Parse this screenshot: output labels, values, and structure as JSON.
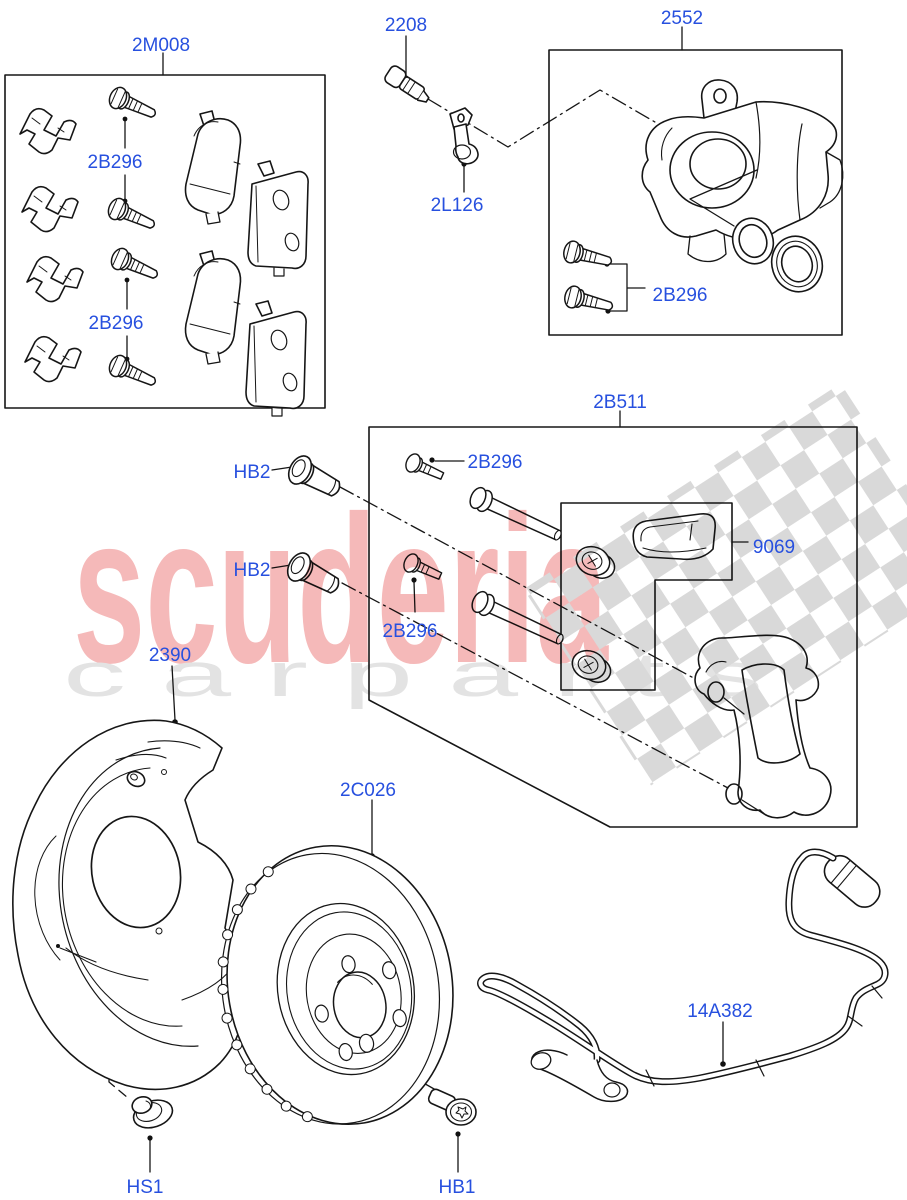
{
  "watermark": {
    "brand": "scuderia",
    "tagline": "c a r   p a r t s",
    "brand_color": "#f5b9b9",
    "tagline_color": "#e3e3e3",
    "flag_color": "#d9d9d9"
  },
  "labels": {
    "label_color": "#2750df",
    "pad_kit_box": "2M008",
    "pad_bolts_top": "2B296",
    "pad_bolts_bottom": "2B296",
    "bleed_screw": "2208",
    "bleed_screw_cap": "2L126",
    "caliper_box": "2552",
    "caliper_bolts": "2B296",
    "guide_kit_box": "2B511",
    "guide_bolt_top": "2B296",
    "guide_bolt_bottom": "2B296",
    "guide_plug_top": "HB2",
    "guide_plug_bottom": "HB2",
    "grease_sachet": "9069",
    "dust_shield": "2390",
    "brake_disc": "2C026",
    "abs_sensor_harness": "14A382",
    "shield_screw": "HS1",
    "disc_retaining_bolt": "HB1"
  }
}
